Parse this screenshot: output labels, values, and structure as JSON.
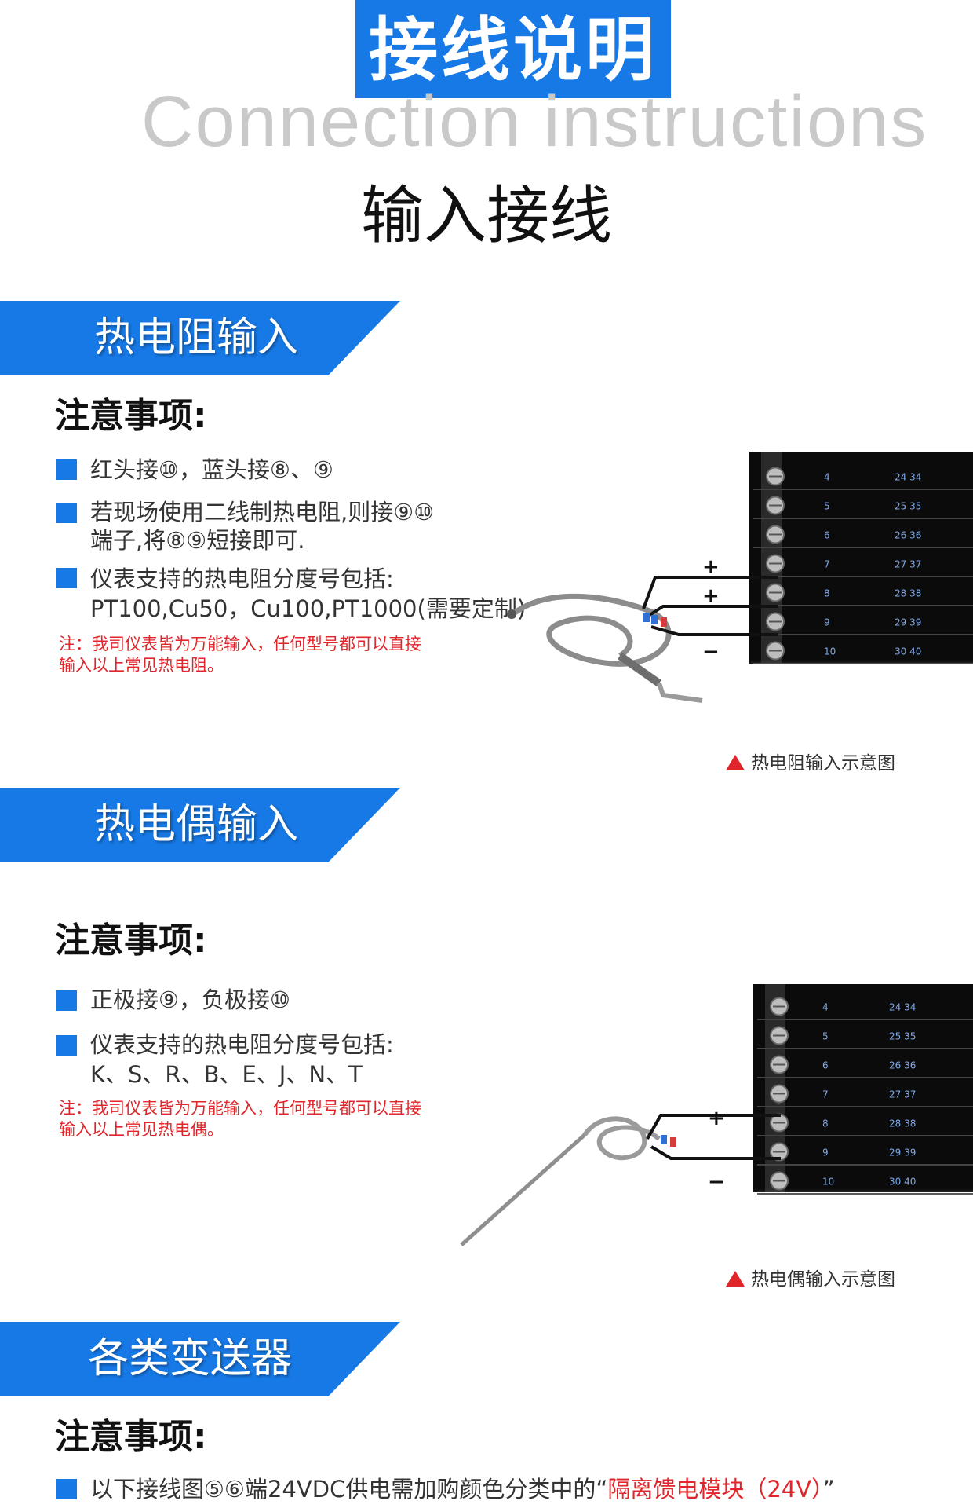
{
  "header": {
    "title_cn": "接线说明",
    "title_en": "Connection  instructions",
    "main_section": "输入接线"
  },
  "rtd": {
    "banner": "热电阻输入",
    "notes_title": "注意事项:",
    "items": [
      "红头接⑩，蓝头接⑧、⑨",
      "若现场使用二线制热电阻,则接⑨⑩",
      "端子,将⑧⑨短接即可.",
      "仪表支持的热电阻分度号包括:",
      "PT100,Cu50，Cu100,PT1000(需要定制)"
    ],
    "note_lines": [
      "注：我司仪表皆为万能输入，任何型号都可以直接",
      "输入以上常见热电阻。"
    ],
    "caption": "热电阻输入示意图",
    "terminals": [
      [
        "4",
        "24 34"
      ],
      [
        "5",
        "25 35"
      ],
      [
        "6",
        "26 36"
      ],
      [
        "7",
        "27 37"
      ],
      [
        "8",
        "28 38"
      ],
      [
        "9",
        "29 39"
      ],
      [
        "10",
        "30 40"
      ]
    ],
    "signs": [
      "+",
      "+",
      "−"
    ]
  },
  "tc": {
    "banner": "热电偶输入",
    "notes_title": "注意事项:",
    "items": [
      "正极接⑨，负极接⑩",
      "仪表支持的热电阻分度号包括:",
      "K、S、R、B、E、J、N、T"
    ],
    "note_lines": [
      "注：我司仪表皆为万能输入，任何型号都可以直接",
      "输入以上常见热电偶。"
    ],
    "caption": "热电偶输入示意图",
    "terminals": [
      [
        "4",
        "24 34"
      ],
      [
        "5",
        "25 35"
      ],
      [
        "6",
        "26 36"
      ],
      [
        "7",
        "27 37"
      ],
      [
        "8",
        "28 38"
      ],
      [
        "9",
        "29 39"
      ],
      [
        "10",
        "30 40"
      ]
    ],
    "signs": [
      "+",
      "−"
    ]
  },
  "transmitter": {
    "banner": "各类变送器",
    "notes_title": "注意事项:",
    "item_prefix": "以下接线图⑤⑥端24VDC供电需加购颜色分类中的“",
    "item_highlight": "隔离馈电模块（24V）",
    "item_suffix": "”"
  },
  "colors": {
    "accent": "#1779e6",
    "warning": "#e0262b"
  }
}
